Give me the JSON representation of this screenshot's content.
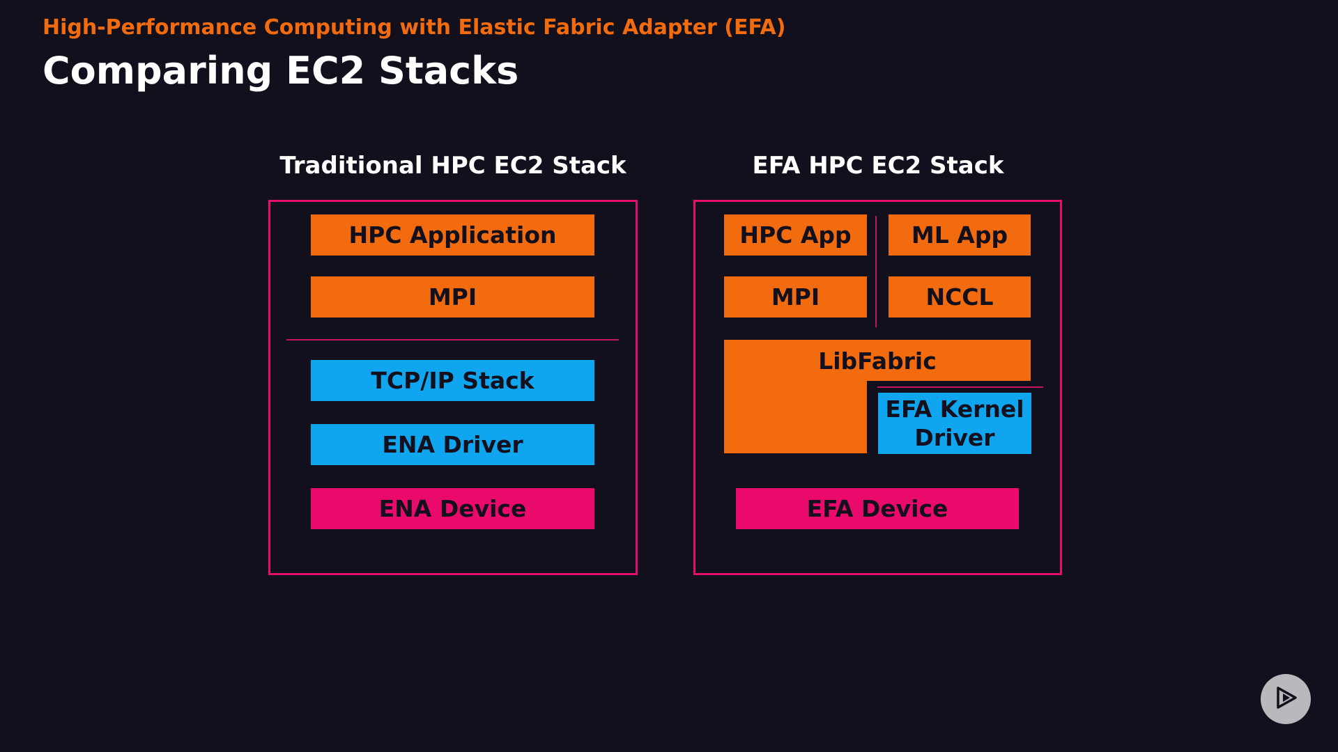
{
  "header": {
    "eyebrow": "High-Performance Computing with Elastic Fabric Adapter (EFA)",
    "title": "Comparing EC2 Stacks"
  },
  "traditional_stack": {
    "title": "Traditional HPC EC2 Stack",
    "hpc_application": "HPC Application",
    "mpi": "MPI",
    "tcpip_stack": "TCP/IP Stack",
    "ena_driver": "ENA Driver",
    "ena_device": "ENA Device"
  },
  "efa_stack": {
    "title": "EFA HPC EC2 Stack",
    "hpc_app": "HPC App",
    "ml_app": "ML App",
    "mpi": "MPI",
    "nccl": "NCCL",
    "libfabric": "LibFabric",
    "efa_kernel_driver": "EFA Kernel Driver",
    "efa_device": "EFA Device"
  },
  "icons": {
    "play": "play-icon"
  },
  "colors": {
    "background": "#12101c",
    "accent_orange": "#f26b0f",
    "accent_blue": "#0fa5ef",
    "accent_pink": "#ea0a6b",
    "frame": "#e3106e"
  }
}
